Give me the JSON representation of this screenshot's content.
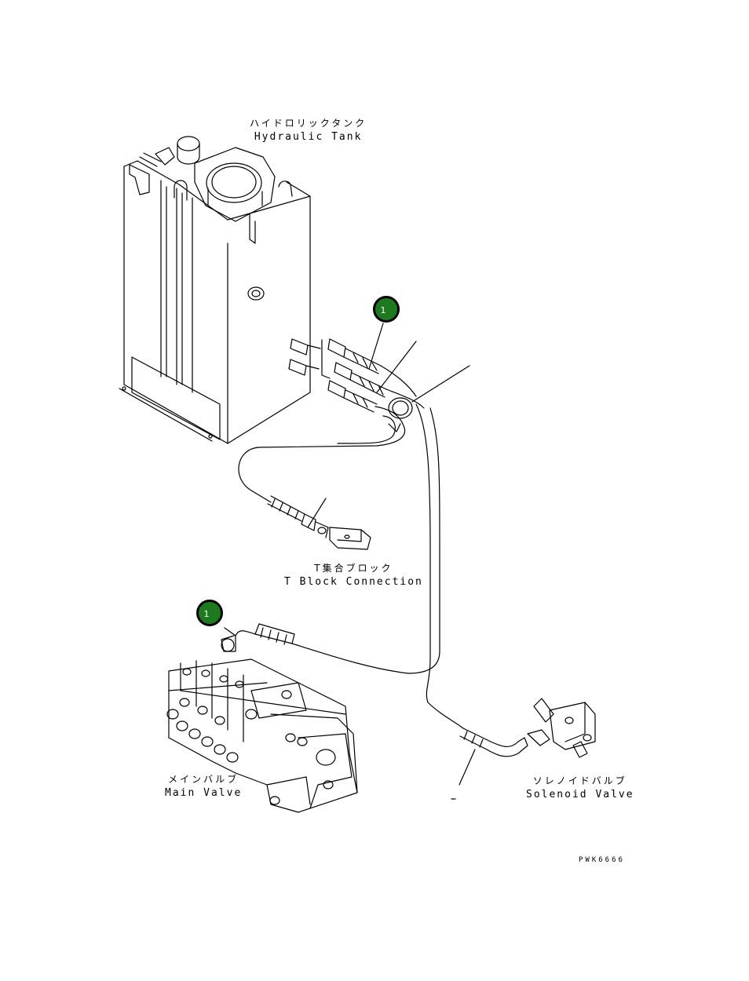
{
  "labels": {
    "hydraulic_tank": {
      "jp": "ハイドロリックタンク",
      "en": "Hydraulic Tank"
    },
    "t_block": {
      "jp": "T集合ブロック",
      "en": "T Block Connection"
    },
    "main_valve": {
      "jp": "メインバルブ",
      "en": "Main Valve"
    },
    "solenoid_valve": {
      "jp": "ソレノイドバルブ",
      "en": "Solenoid Valve"
    }
  },
  "callouts": [
    {
      "number": "1"
    },
    {
      "number": "1"
    }
  ],
  "drawing_code": "PWK6666",
  "colors": {
    "callout_fill": "#1e7a1e",
    "line": "#000000"
  }
}
